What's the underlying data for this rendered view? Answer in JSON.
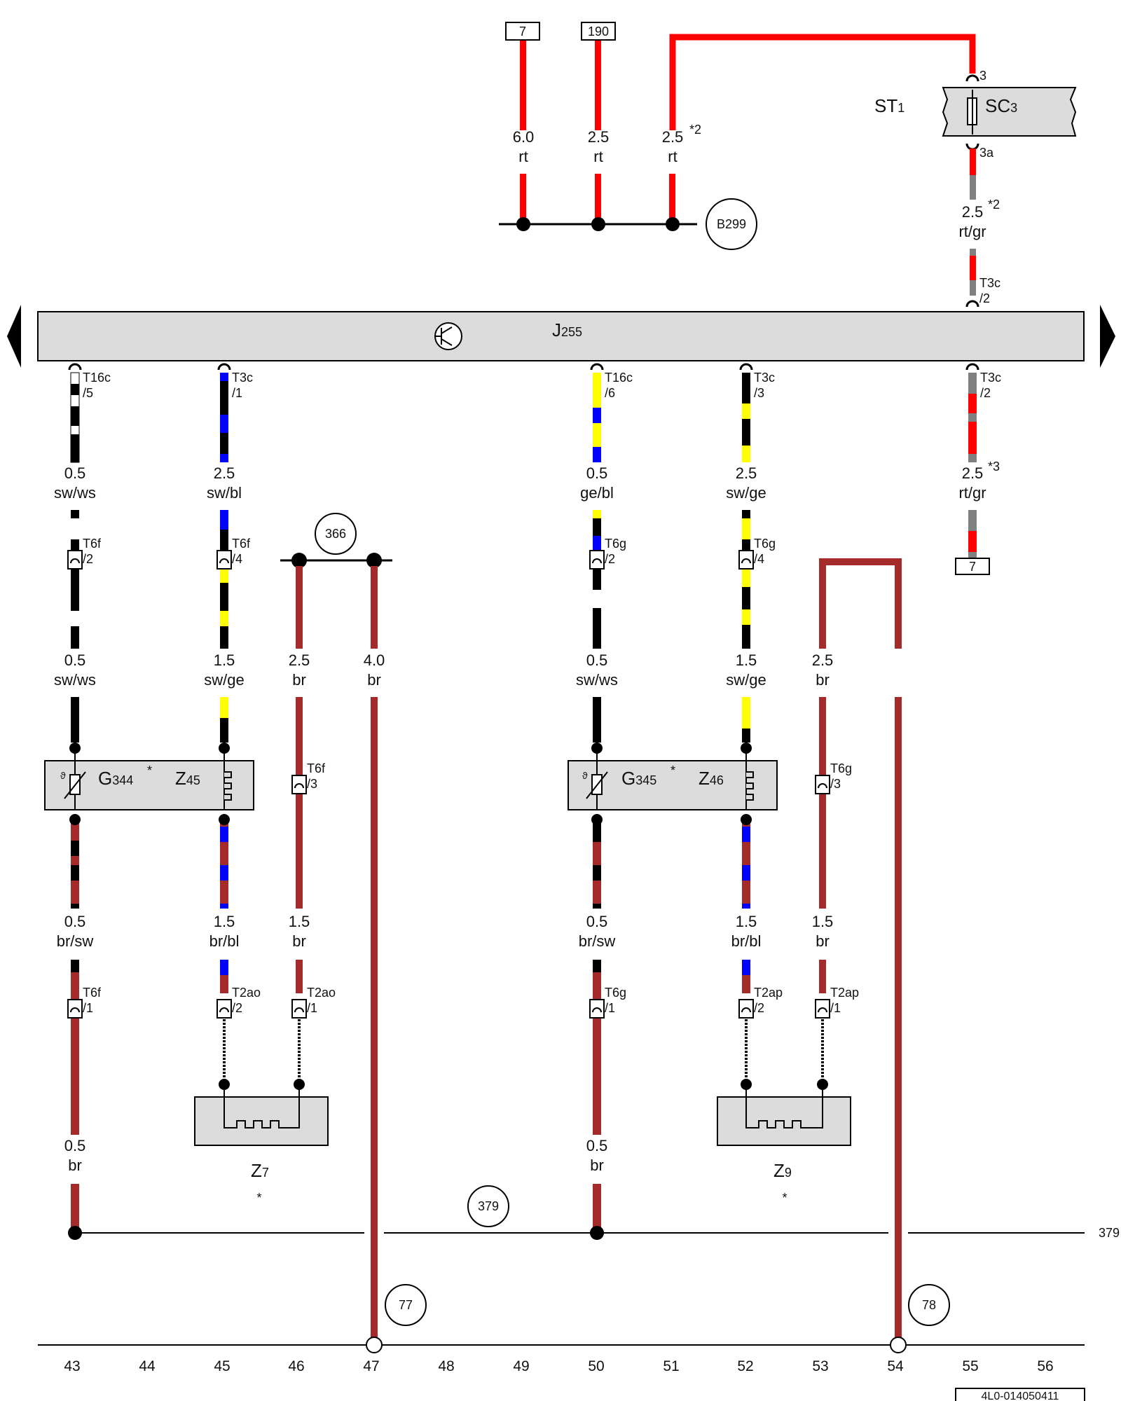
{
  "component_box": {
    "id_main": "J",
    "id_sub": "255"
  },
  "fuse": {
    "holder_main": "ST",
    "holder_sub": "1",
    "fuse_main": "SC",
    "fuse_sub": "3",
    "pin_in": "3",
    "pin_out": "3a"
  },
  "top_refs": [
    "7",
    "190"
  ],
  "top_gauges": [
    {
      "gauge": "6.0",
      "color": "rt",
      "note": ""
    },
    {
      "gauge": "2.5",
      "color": "rt",
      "note": ""
    },
    {
      "gauge": "2.5",
      "color": "rt",
      "note": "*2"
    }
  ],
  "fuse_gauge": {
    "gauge": "2.5",
    "color": "rt/gr",
    "note": "*2"
  },
  "circles": {
    "top": "B299",
    "mid_left": "366",
    "ground": "379",
    "c77": "77",
    "c78": "78"
  },
  "right_ref_box": "7",
  "right_edge_ref": "379",
  "connectors": {
    "j_top_right": {
      "name": "T3c",
      "pin": "/2"
    },
    "j_bottom": [
      {
        "name": "T16c",
        "pin": "/5"
      },
      {
        "name": "T3c",
        "pin": "/1"
      },
      {
        "name": "T16c",
        "pin": "/6"
      },
      {
        "name": "T3c",
        "pin": "/3"
      },
      {
        "name": "T3c",
        "pin": "/2"
      }
    ],
    "row2": [
      {
        "name": "T6f",
        "pin": "/2"
      },
      {
        "name": "T6f",
        "pin": "/4"
      },
      {
        "name": "T6g",
        "pin": "/2"
      },
      {
        "name": "T6g",
        "pin": "/4"
      }
    ],
    "mid": [
      {
        "name": "T6f",
        "pin": "/3"
      },
      {
        "name": "T6g",
        "pin": "/3"
      }
    ],
    "row4": [
      {
        "name": "T6f",
        "pin": "/1"
      },
      {
        "name": "T2ao",
        "pin": "/2"
      },
      {
        "name": "T2ao",
        "pin": "/1"
      },
      {
        "name": "T6g",
        "pin": "/1"
      },
      {
        "name": "T2ap",
        "pin": "/2"
      },
      {
        "name": "T2ap",
        "pin": "/1"
      }
    ]
  },
  "gauges_row1": [
    {
      "gauge": "0.5",
      "color": "sw/ws",
      "note": ""
    },
    {
      "gauge": "2.5",
      "color": "sw/bl",
      "note": ""
    },
    {
      "gauge": "0.5",
      "color": "ge/bl",
      "note": ""
    },
    {
      "gauge": "2.5",
      "color": "sw/ge",
      "note": ""
    },
    {
      "gauge": "2.5",
      "color": "rt/gr",
      "note": "*3"
    }
  ],
  "gauges_row2": [
    {
      "gauge": "0.5",
      "color": "sw/ws"
    },
    {
      "gauge": "1.5",
      "color": "sw/ge"
    },
    {
      "gauge": "2.5",
      "color": "br"
    },
    {
      "gauge": "4.0",
      "color": "br"
    },
    {
      "gauge": "0.5",
      "color": "sw/ws"
    },
    {
      "gauge": "1.5",
      "color": "sw/ge"
    },
    {
      "gauge": "2.5",
      "color": "br"
    }
  ],
  "gauges_row3": [
    {
      "gauge": "0.5",
      "color": "br/sw"
    },
    {
      "gauge": "1.5",
      "color": "br/bl"
    },
    {
      "gauge": "1.5",
      "color": "br"
    },
    {
      "gauge": "0.5",
      "color": "br/sw"
    },
    {
      "gauge": "1.5",
      "color": "br/bl"
    },
    {
      "gauge": "1.5",
      "color": "br"
    }
  ],
  "gauges_row4": [
    {
      "gauge": "0.5",
      "color": "br"
    },
    {
      "gauge": "0.5",
      "color": "br"
    }
  ],
  "sensors": [
    {
      "g_main": "G",
      "g_sub": "344",
      "star": "*",
      "z_main": "Z",
      "z_sub": "45"
    },
    {
      "g_main": "G",
      "g_sub": "345",
      "star": "*",
      "z_main": "Z",
      "z_sub": "46"
    }
  ],
  "heaters": [
    {
      "main": "Z",
      "sub": "7",
      "star": "*"
    },
    {
      "main": "Z",
      "sub": "9",
      "star": "*"
    }
  ],
  "column_numbers": [
    "43",
    "44",
    "45",
    "46",
    "47",
    "48",
    "49",
    "50",
    "51",
    "52",
    "53",
    "54",
    "55",
    "56"
  ],
  "doc_id": "4L0-014050411",
  "wire_colors": {
    "rt": "#ff0000",
    "br": "#a52a2a",
    "sw": "#000000",
    "ws": "#ffffff",
    "bl": "#0000ff",
    "ge": "#ffff00",
    "gr": "#808080"
  }
}
